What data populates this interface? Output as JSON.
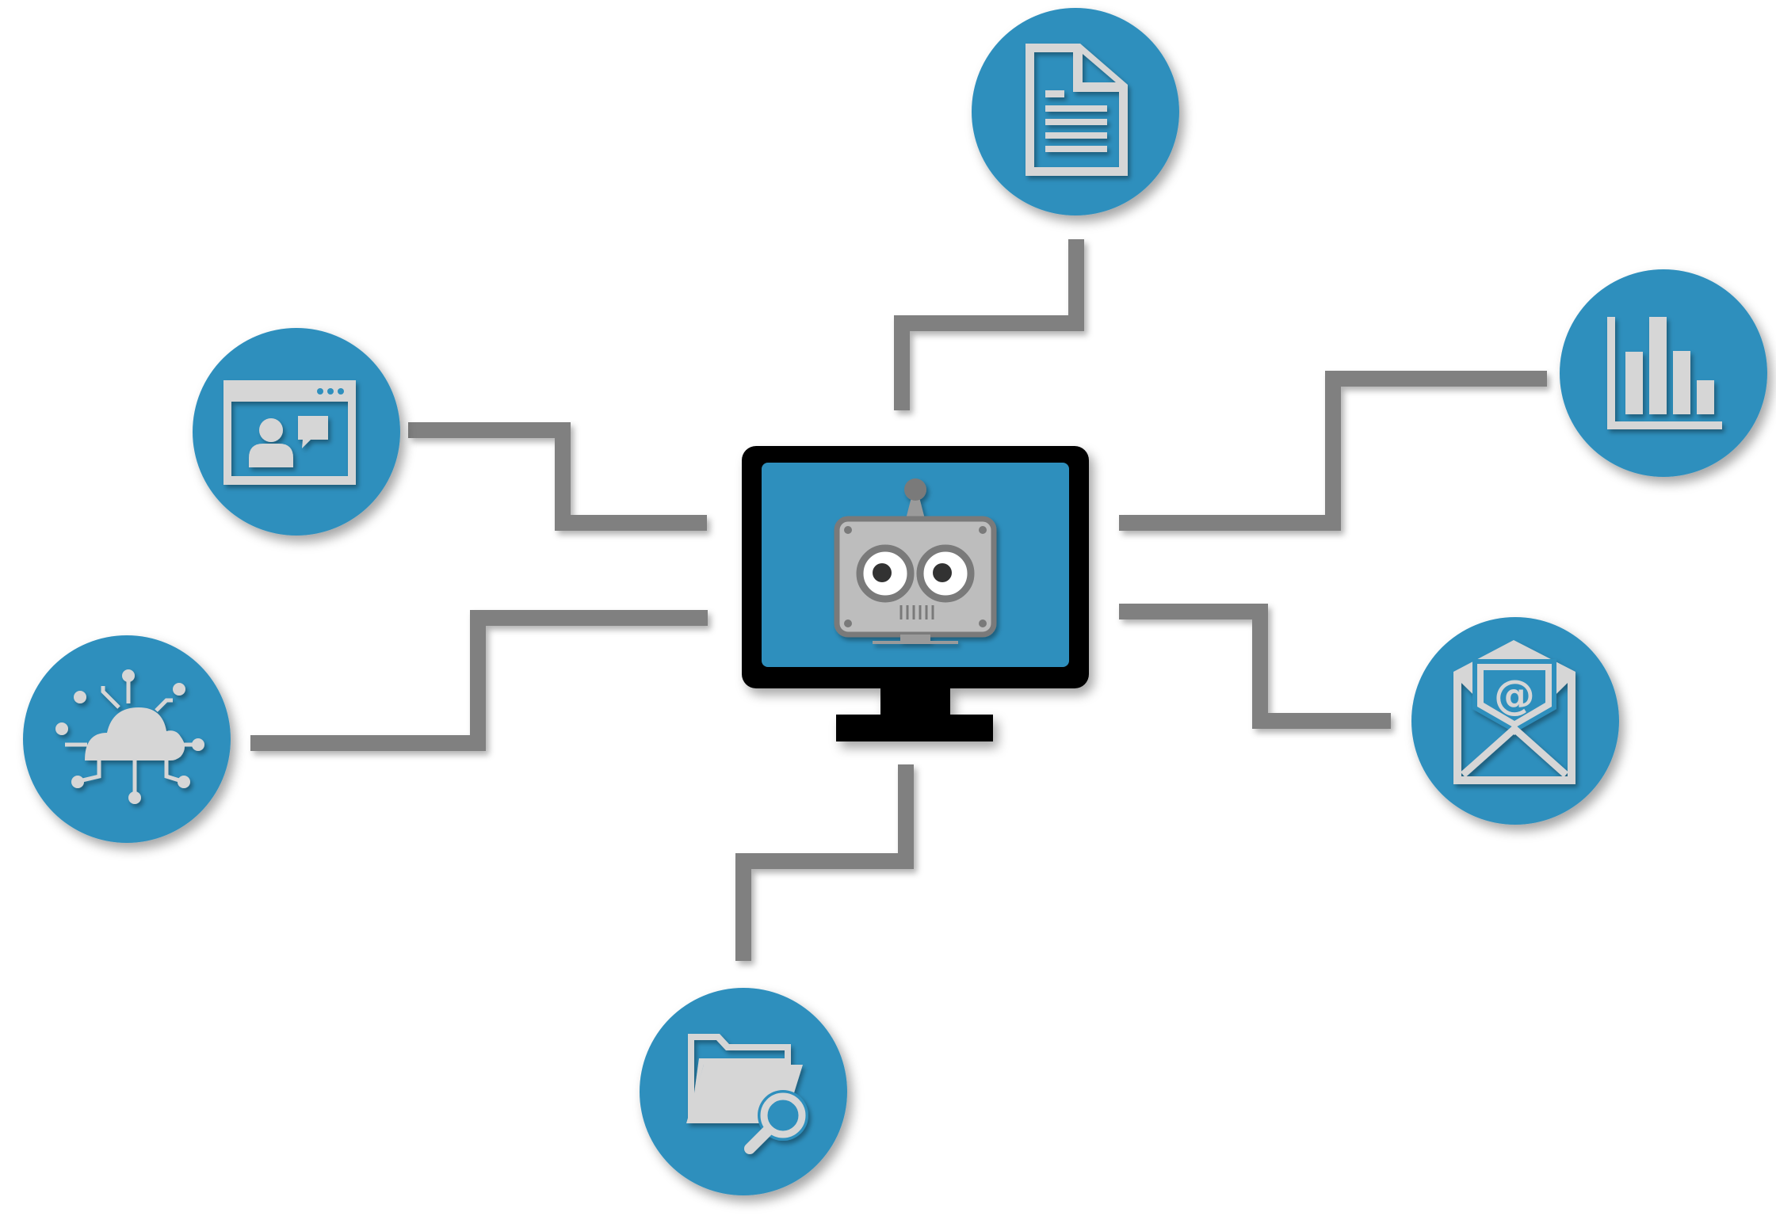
{
  "colors": {
    "node_fill": "#2e8fbd",
    "icon_fill": "#d6d6d6",
    "connector": "#808080",
    "monitor_frame": "#000000",
    "monitor_screen": "#2e8fbd",
    "robot_face": "#bdbdbd",
    "robot_border": "#7a7a7a"
  },
  "center": {
    "icon": "monitor-robot-icon"
  },
  "nodes": [
    {
      "id": "document",
      "icon": "document-icon"
    },
    {
      "id": "video-chat",
      "icon": "video-chat-icon"
    },
    {
      "id": "bar-chart",
      "icon": "bar-chart-icon"
    },
    {
      "id": "cloud-network",
      "icon": "cloud-network-icon"
    },
    {
      "id": "email",
      "icon": "email-icon"
    },
    {
      "id": "folder-search",
      "icon": "folder-search-icon"
    }
  ],
  "email_symbol": "@"
}
